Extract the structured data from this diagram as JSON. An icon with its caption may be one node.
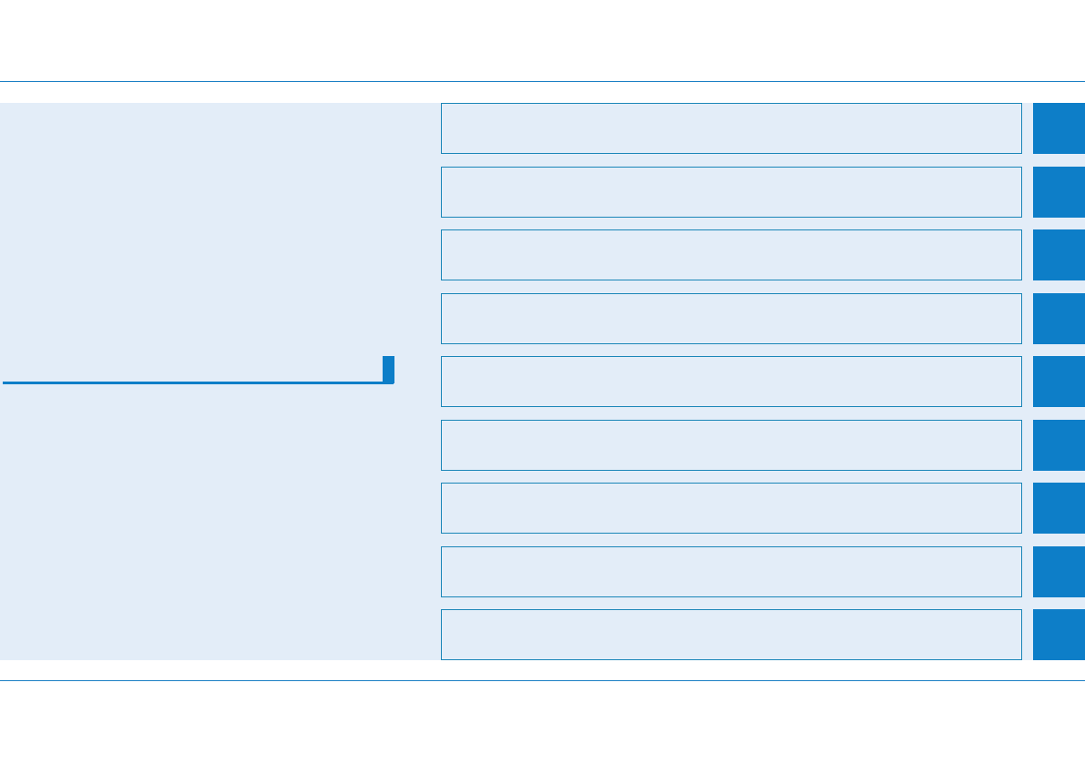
{
  "diagram": {
    "nodes": [
      {
        "text": [],
        "shape": "box"
      },
      {
        "text": [],
        "shape": "bar"
      },
      {
        "text": [],
        "shape": "box"
      },
      {
        "text": [],
        "shape": "bar"
      },
      {
        "text": [],
        "shape": "box"
      },
      {
        "text": [],
        "shape": "bar"
      },
      {
        "text": [],
        "shape": "box"
      },
      {
        "text": [],
        "shape": "bar"
      },
      {
        "text": [],
        "shape": "box"
      },
      {
        "text": [],
        "shape": "bar"
      },
      {
        "text": [],
        "shape": "box"
      },
      {
        "text": [],
        "shape": "bar"
      },
      {
        "text": [],
        "shape": "box"
      },
      {
        "text": [],
        "shape": "bar"
      },
      {
        "text": [],
        "shape": "box"
      },
      {
        "text": [],
        "shape": "bar"
      },
      {
        "text": [],
        "shape": "box"
      },
      {
        "text": [],
        "shape": "bar"
      }
    ]
  }
}
